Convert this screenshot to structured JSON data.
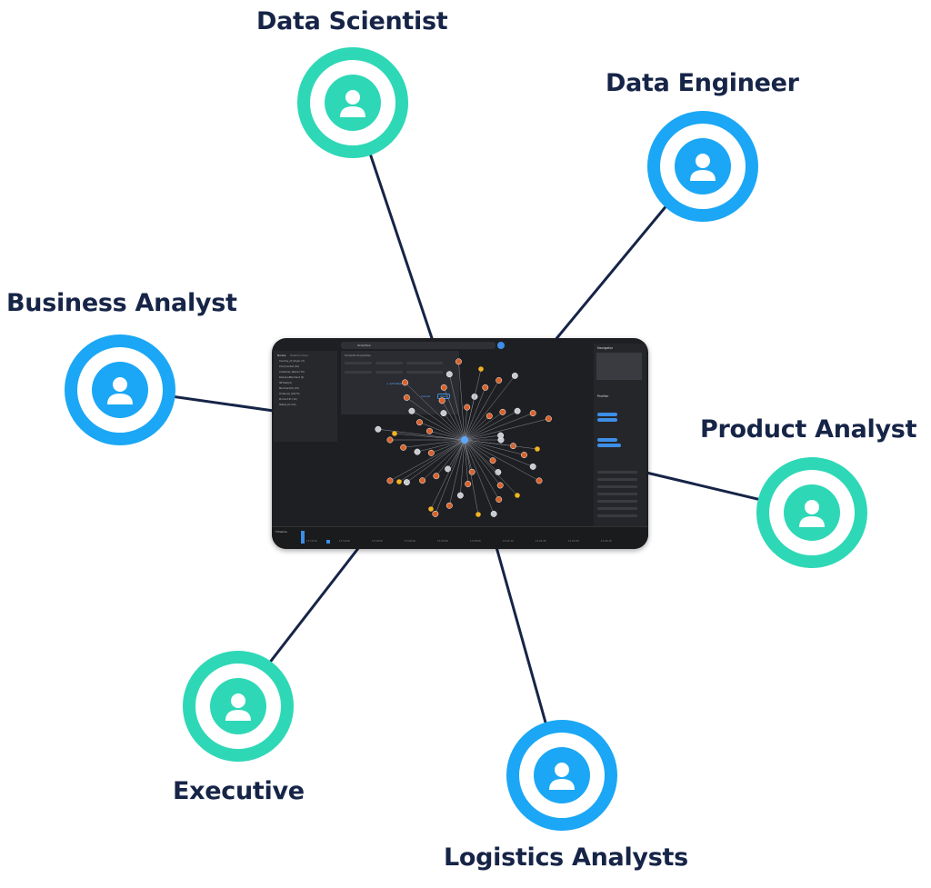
{
  "roles": [
    {
      "id": "data-scientist",
      "label": "Data Scientist",
      "color": "#2ed8b6"
    },
    {
      "id": "data-engineer",
      "label": "Data Engineer",
      "color": "#1ba7f5"
    },
    {
      "id": "business-analyst",
      "label": "Business Analyst",
      "color": "#1ba7f5"
    },
    {
      "id": "product-analyst",
      "label": "Product Analyst",
      "color": "#2ed8b6"
    },
    {
      "id": "executive",
      "label": "Executive",
      "color": "#2ed8b6"
    },
    {
      "id": "logistics-analysts",
      "label": "Logistics Analysts",
      "color": "#1ba7f5"
    }
  ],
  "colors": {
    "line": "#162447",
    "label": "#162447",
    "teal": "#2ed8b6",
    "blue": "#1ba7f5",
    "app_bg": "#1e1f22"
  },
  "app": {
    "search_label": "Orderflow",
    "left_tabs": [
      "Nodes",
      "Relationships"
    ],
    "left_items": [
      "Country_of_Origin (3)",
      "Cost_bucket (10)",
      "Customer_Name (70)",
      "DeliveryMerchant (4)",
      "IWT(wt)(4)",
      "Merchant(8) (15)",
      "Orders(c) (10/75)",
      "Product ID (10)",
      "Status_ID (10)"
    ],
    "filter_title": "OrderNo Properties",
    "filter_cancel": "Cancel",
    "filter_apply": "Apply",
    "filter_add": "+ Add New Rule",
    "navigator_label": "Navigator",
    "profiler_label": "Profiler",
    "timeline_label": "Timeline",
    "timeline_ticks": [
      "17:19:10",
      "17:19:30",
      "17:19:50",
      "17:20:10",
      "17:20:30",
      "17:20:50",
      "17:21:10",
      "17:21:30",
      "17:21:50",
      "17:22:10"
    ]
  }
}
